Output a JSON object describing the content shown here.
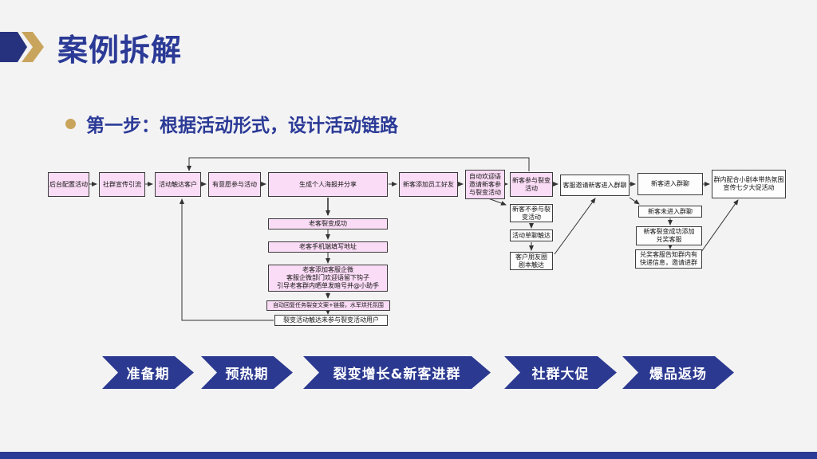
{
  "slide": {
    "title": "案例拆解",
    "bullet_text": "第一步：根据活动形式，设计活动链路"
  },
  "colors": {
    "navy": "#2b3a94",
    "gold": "#c9a45c",
    "pink_box": "#fbdcf6",
    "white_box": "#fdfdfd",
    "background": "#f3f3f4"
  },
  "flowchart": {
    "boxes": [
      {
        "id": "cfg",
        "label": "后台配置活动",
        "variant": "pink"
      },
      {
        "id": "promo",
        "label": "社群宣传引流",
        "variant": "pink"
      },
      {
        "id": "reach",
        "label": "活动触达客户",
        "variant": "pink"
      },
      {
        "id": "willing",
        "label": "有意愿参与活动",
        "variant": "pink"
      },
      {
        "id": "poster",
        "label": "生成个人海报并分享",
        "variant": "pink"
      },
      {
        "id": "addstaff",
        "label": "新客添加员工好友",
        "variant": "pink"
      },
      {
        "id": "welcome",
        "label": "自动欢迎语\n邀请新客参\n与裂变活动",
        "variant": "pink"
      },
      {
        "id": "newjoin",
        "label": "新客参与裂变\n活动",
        "variant": "pink"
      },
      {
        "id": "invite",
        "label": "客服邀请新客进入群聊",
        "variant": "white"
      },
      {
        "id": "entered",
        "label": "新客进入群聊",
        "variant": "white"
      },
      {
        "id": "script",
        "label": "群内配合小剧本带热氛围\n宣传七夕大促活动",
        "variant": "white"
      },
      {
        "id": "oldsuccess",
        "label": "老客裂变成功",
        "variant": "pink"
      },
      {
        "id": "oldaddr",
        "label": "老客手机端填写地址",
        "variant": "pink"
      },
      {
        "id": "oldadd",
        "label": "老客添加客服企微\n客服企微部门欢迎语留下钩子\n引导老客群内晒单发暗号并@小助手",
        "variant": "pink"
      },
      {
        "id": "autoreply",
        "label": "自动回复任务裂变文案+链接，水军烘托氛围",
        "variant": "pink tight"
      },
      {
        "id": "reachnon",
        "label": "裂变活动触达未参与裂变活动用户",
        "variant": "white"
      },
      {
        "id": "nonpart",
        "label": "新客不参与裂\n变活动",
        "variant": "white"
      },
      {
        "id": "singlechat",
        "label": "活动单聊触达",
        "variant": "white"
      },
      {
        "id": "moments",
        "label": "客户朋友圈\n剧本触达",
        "variant": "white"
      },
      {
        "id": "notentered",
        "label": "新客未进入群聊",
        "variant": "white"
      },
      {
        "id": "fissionok",
        "label": "新客裂变成功添加\n兑奖客服",
        "variant": "white"
      },
      {
        "id": "redeem",
        "label": "兑奖客服告知群内有\n快递信息，邀请进群",
        "variant": "white"
      }
    ]
  },
  "phases": [
    "准备期",
    "预热期",
    "裂变增长&新客进群",
    "社群大促",
    "爆品返场"
  ]
}
